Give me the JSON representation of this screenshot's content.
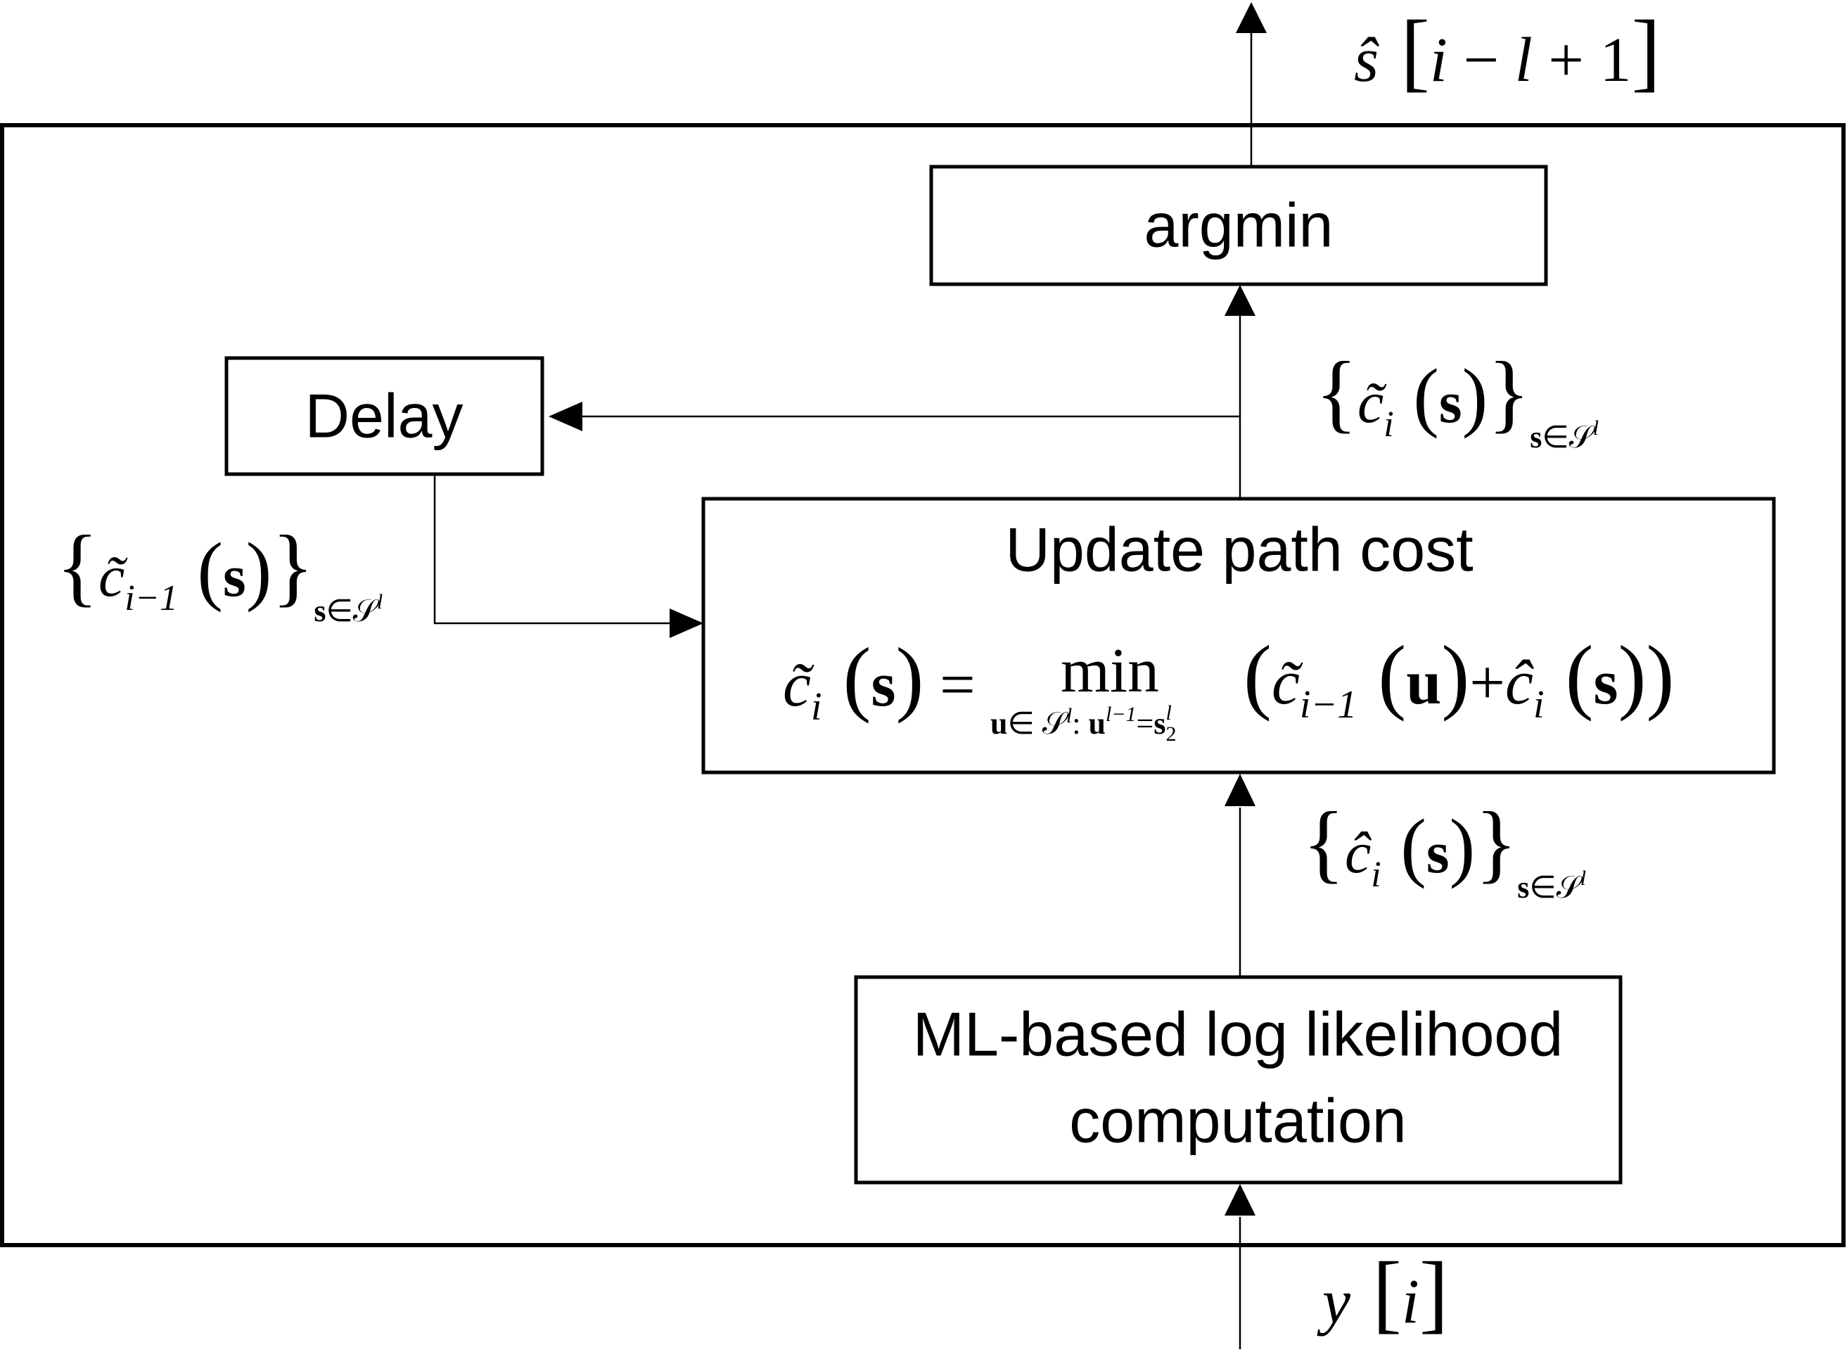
{
  "blocks": {
    "argmin": "argmin",
    "delay": "Delay",
    "update_title": "Update path cost",
    "ml_line1": "ML-based log likelihood",
    "ml_line2": "computation"
  },
  "signals": {
    "output": "ŝ[i − l + 1]",
    "current_cost_set": "{c̃ᵢ(s)} s∈𝒮ˡ",
    "previous_cost_set": "{c̃ᵢ₋₁(s)} s∈𝒮ˡ",
    "branch_cost_set": "{ĉᵢ(s)} s∈𝒮ˡ",
    "input": "y[i]"
  },
  "equation": {
    "text": "c̃ᵢ(s) = min over u∈𝒮ˡ: uˡ⁻¹ = s₂ˡ of ( c̃ᵢ₋₁(u) + ĉᵢ(s) )",
    "operator": "min"
  }
}
